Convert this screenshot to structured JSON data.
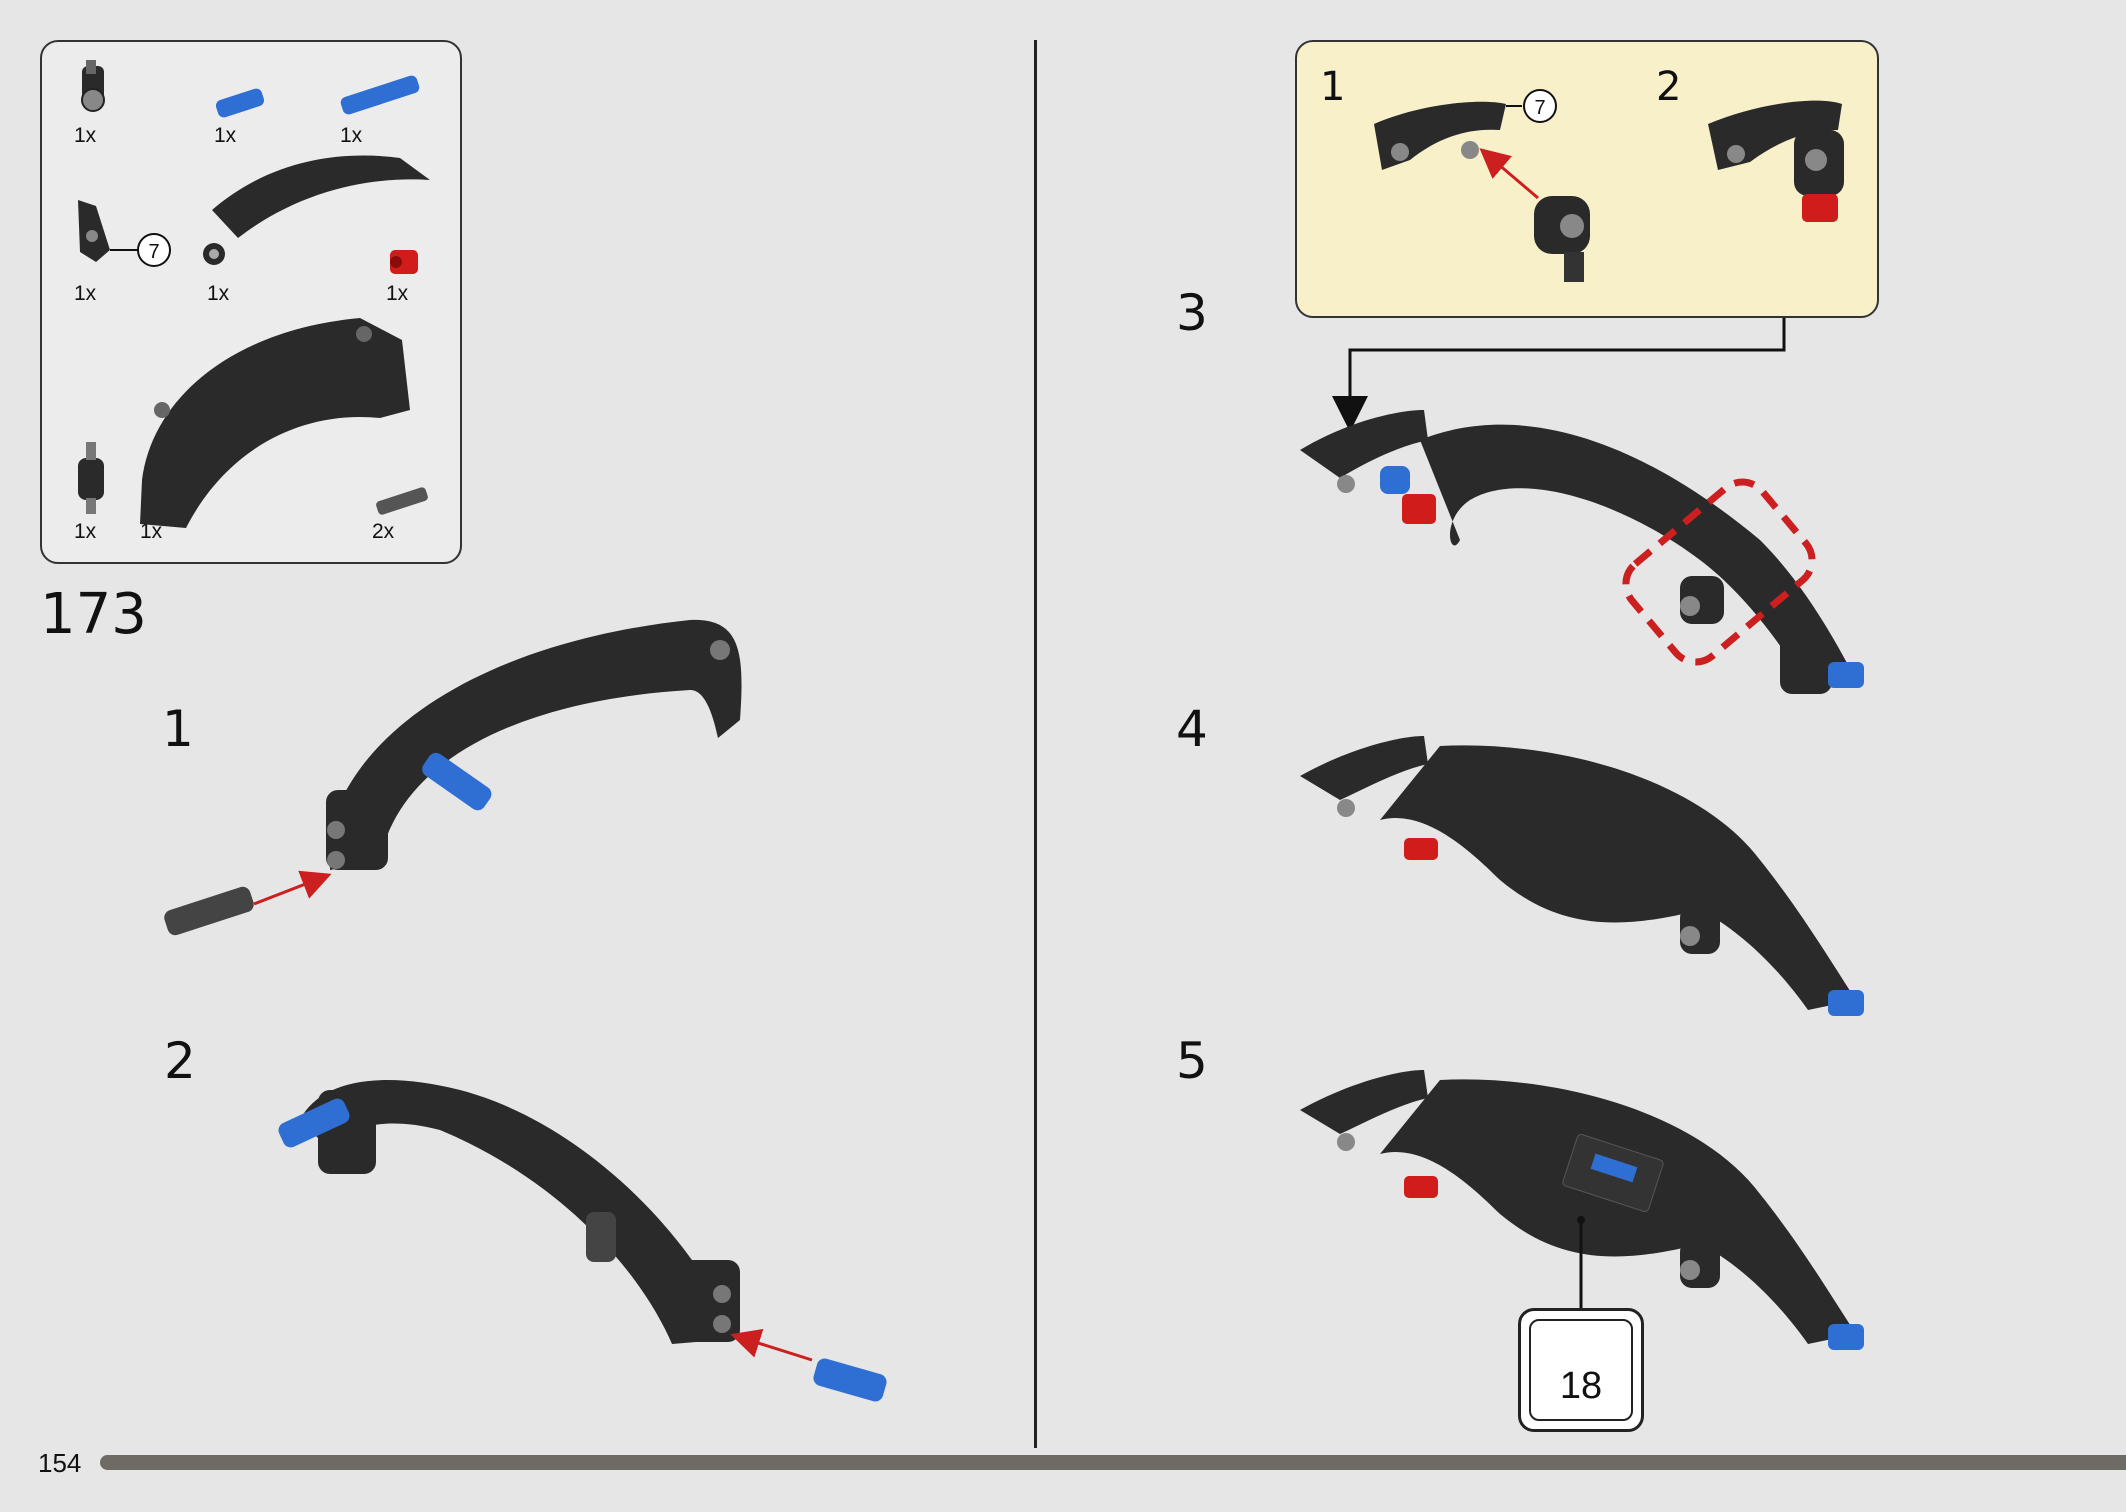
{
  "parts_list": {
    "items": [
      {
        "qty": "1x",
        "icon": "connector-part-icon"
      },
      {
        "qty": "1x",
        "icon": "blue-axle-pin-short-icon"
      },
      {
        "qty": "1x",
        "icon": "blue-axle-pin-long-icon"
      },
      {
        "qty": "1x",
        "icon": "angle-connector-icon",
        "callout_ref": "7"
      },
      {
        "qty": "1x",
        "icon": "curved-panel-icon"
      },
      {
        "qty": "1x",
        "icon": "red-bush-icon"
      },
      {
        "qty": "1x",
        "icon": "cross-block-icon"
      },
      {
        "qty": "1x",
        "icon": "curved-arch-beam-icon"
      },
      {
        "qty": "2x",
        "icon": "friction-pin-icon"
      }
    ]
  },
  "step": {
    "number": "173",
    "substeps": [
      "1",
      "2",
      "3",
      "4",
      "5"
    ]
  },
  "callout": {
    "substeps": [
      "1",
      "2"
    ],
    "ref_number": "7"
  },
  "sticker": {
    "number": "18"
  },
  "page": {
    "number": "154"
  },
  "colors": {
    "background": "#e6e6e6",
    "callout_bg": "#f8f0c9",
    "part_black": "#2a2a2a",
    "part_blue": "#2f6fd3",
    "part_red": "#d11c1c",
    "arrow_red": "#cc1f1f",
    "progress": "#6e6b65"
  }
}
